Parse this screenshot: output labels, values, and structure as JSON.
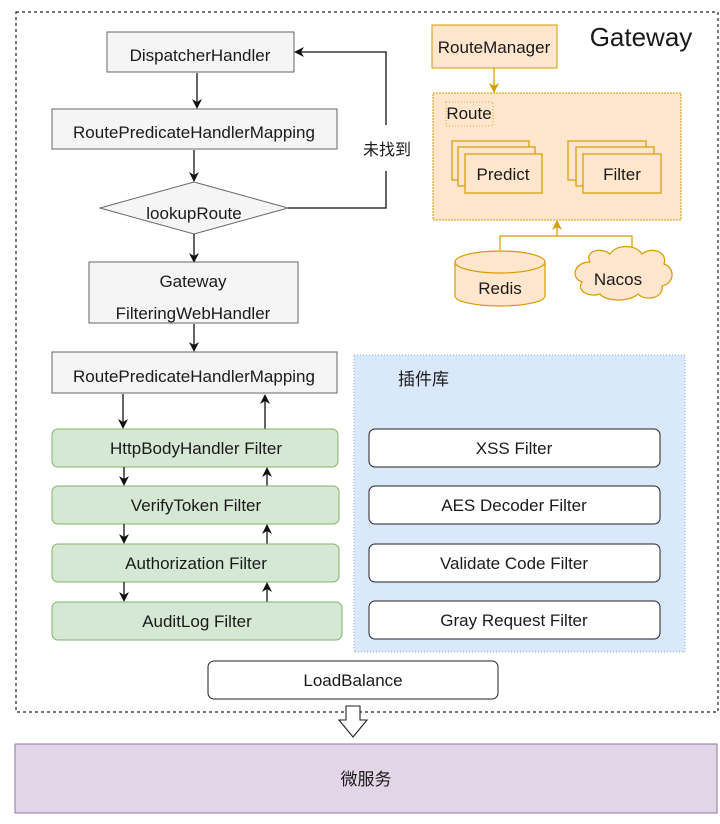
{
  "gateway": {
    "title": "Gateway",
    "flow": {
      "dispatcher_handler": "DispatcherHandler",
      "route_predicate_mapping_top": "RoutePredicateHandlerMapping",
      "lookup_route": "lookupRoute",
      "not_found_label": "未找到",
      "filtering_web_handler_line1": "Gateway",
      "filtering_web_handler_line2": "FilteringWebHandler",
      "route_predicate_mapping_bottom": "RoutePredicateHandlerMapping"
    },
    "filter_chain": [
      {
        "label": "HttpBodyHandler Filter"
      },
      {
        "label": "VerifyToken Filter"
      },
      {
        "label": "Authorization Filter"
      },
      {
        "label": "AuditLog Filter"
      }
    ],
    "route_manager": {
      "label": "RouteManager",
      "route_group_label": "Route",
      "predict_label": "Predict",
      "filter_label": "Filter",
      "redis_label": "Redis",
      "nacos_label": "Nacos"
    },
    "plugin_library": {
      "title": "插件库",
      "items": [
        {
          "label": "XSS Filter"
        },
        {
          "label": "AES Decoder Filter"
        },
        {
          "label": "Validate Code Filter"
        },
        {
          "label": "Gray Request Filter"
        }
      ]
    },
    "load_balance": "LoadBalance"
  },
  "microservice": "微服务",
  "colors": {
    "gray_fill": "#f5f5f5",
    "gray_stroke": "#666666",
    "green_fill": "#d5e8d4",
    "green_stroke": "#82b366",
    "orange_fill": "#ffe6cc",
    "orange_stroke": "#d79b00",
    "blue_fill": "#dae8fc",
    "purple_fill": "#e1d5e7",
    "purple_stroke": "#9673a6"
  }
}
